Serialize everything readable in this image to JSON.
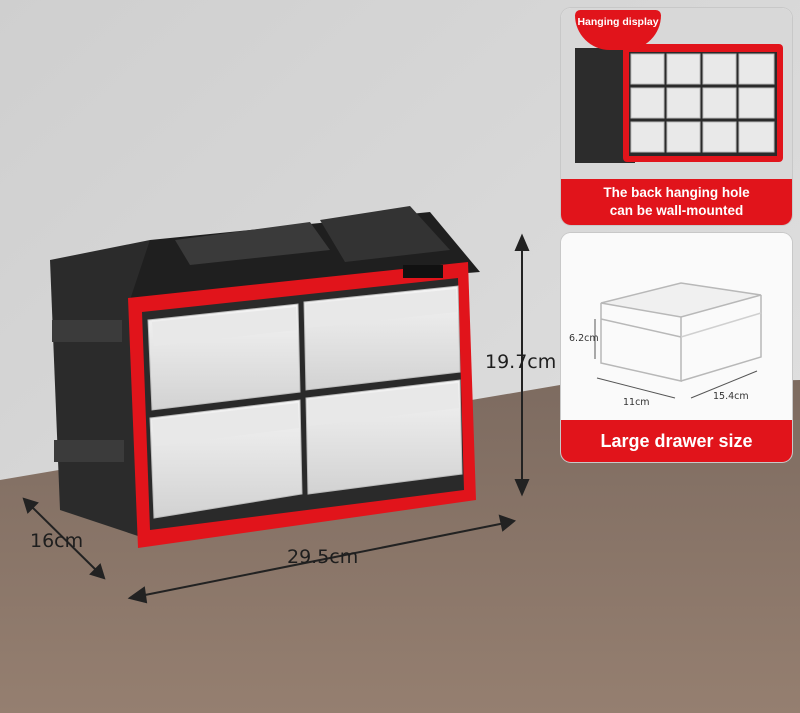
{
  "dimensions": {
    "height": "19.7cm",
    "width": "29.5cm",
    "depth": "16cm"
  },
  "hanging_panel": {
    "tag": "Hanging display",
    "caption_line1": "The back hanging hole",
    "caption_line2": "can be wall-mounted"
  },
  "drawer_panel": {
    "height": "6.2cm",
    "width": "11cm",
    "depth": "15.4cm",
    "caption": "Large drawer size"
  },
  "colors": {
    "accent_red": "#e1141b",
    "body_black": "#2a2a2a",
    "wall": "#d9d9d9",
    "floor": "#8a7466"
  }
}
